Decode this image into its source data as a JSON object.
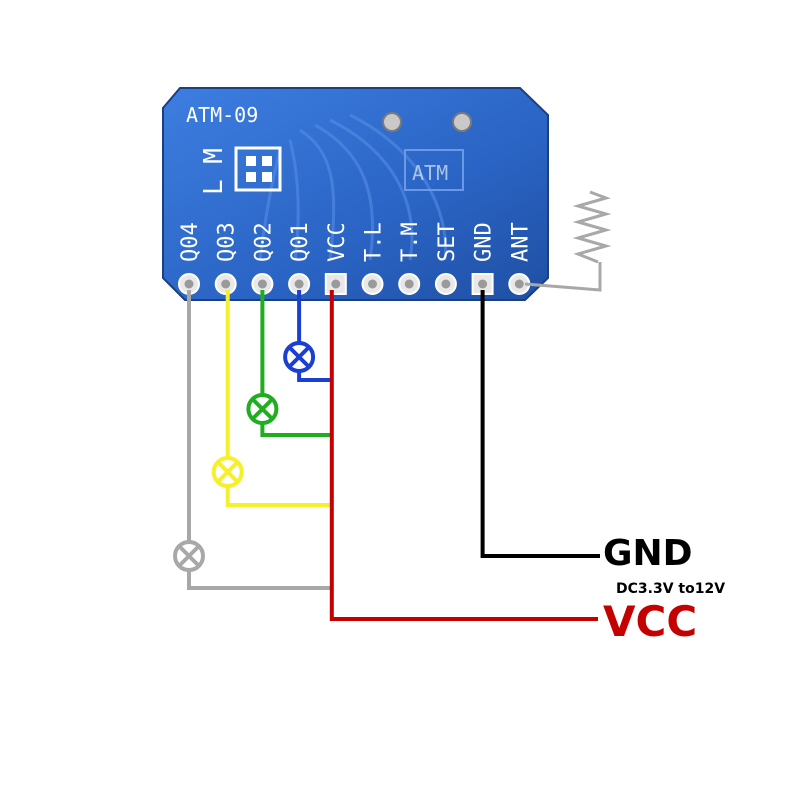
{
  "module": {
    "model": "ATM-09",
    "board_marking": "L M",
    "logo_text": "ATM",
    "pins": [
      {
        "label": "Q04",
        "type": "round"
      },
      {
        "label": "Q03",
        "type": "round"
      },
      {
        "label": "Q02",
        "type": "round"
      },
      {
        "label": "Q01",
        "type": "round"
      },
      {
        "label": "VCC",
        "type": "square"
      },
      {
        "label": "T.L",
        "type": "round"
      },
      {
        "label": "T.M",
        "type": "round"
      },
      {
        "label": "SET",
        "type": "round"
      },
      {
        "label": "GND",
        "type": "square"
      },
      {
        "label": "ANT",
        "type": "round"
      }
    ]
  },
  "connections": {
    "gnd_label": "GND",
    "vcc_label": "VCC",
    "voltage_range": "DC3.3V to12V"
  },
  "outputs": [
    {
      "pin": "Q01",
      "wire_color": "#1a3fd1"
    },
    {
      "pin": "Q02",
      "wire_color": "#1fae1f"
    },
    {
      "pin": "Q03",
      "wire_color": "#f5f02a"
    },
    {
      "pin": "Q04",
      "wire_color": "#a8a8a8"
    }
  ],
  "colors": {
    "pcb": "#2a64c4",
    "vcc_wire": "#c40000",
    "gnd_wire": "#000000",
    "antenna_wire": "#a8a8a8"
  }
}
